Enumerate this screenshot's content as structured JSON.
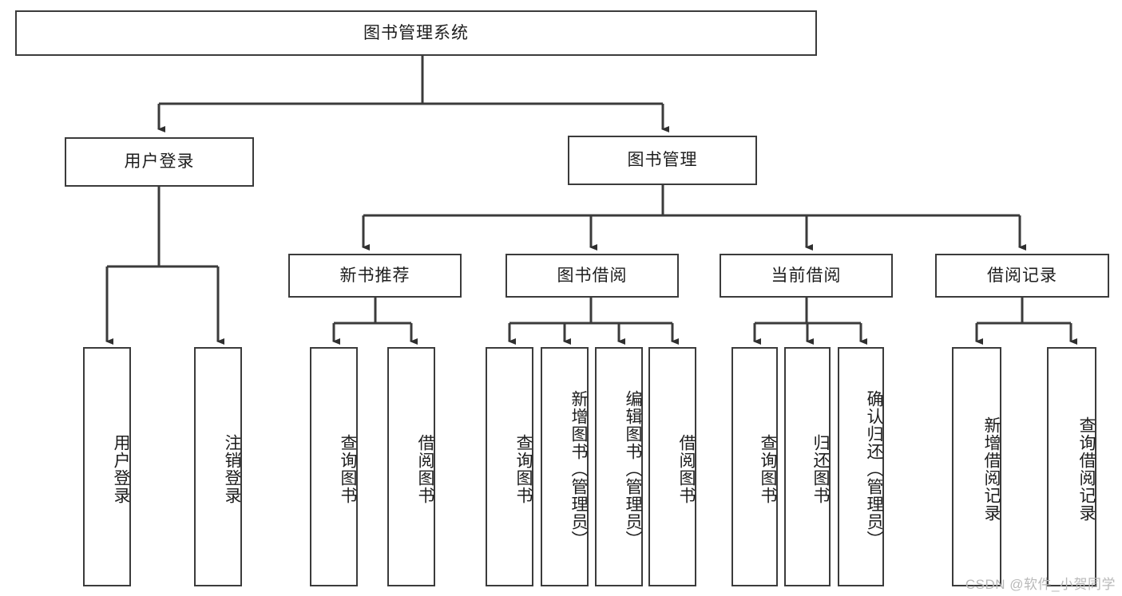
{
  "diagram": {
    "title_node": {
      "label": "图书管理系统"
    },
    "level1": [
      {
        "label": "用户登录"
      },
      {
        "label": "图书管理"
      }
    ],
    "level2": [
      {
        "label": "新书推荐"
      },
      {
        "label": "图书借阅"
      },
      {
        "label": "当前借阅"
      },
      {
        "label": "借阅记录"
      }
    ],
    "leaves": {
      "user_login": [
        {
          "label": "用户登录"
        },
        {
          "label": "注销登录"
        }
      ],
      "new_book_recommend": [
        {
          "label": "查询图书"
        },
        {
          "label": "借阅图书"
        }
      ],
      "book_borrow": [
        {
          "label": "查询图书"
        },
        {
          "label": "新增图书（管理员）"
        },
        {
          "label": "编辑图书（管理员）"
        },
        {
          "label": "借阅图书"
        }
      ],
      "current_borrow": [
        {
          "label": "查询图书"
        },
        {
          "label": "归还图书"
        },
        {
          "label": "确认归还（管理员）"
        }
      ],
      "borrow_records": [
        {
          "label": "新增借阅记录"
        },
        {
          "label": "查询借阅记录"
        }
      ]
    },
    "watermark": {
      "text": "CSDN @软件_小贺同学"
    },
    "colors": {
      "stroke": "#3b3b3b",
      "background": "#ffffff",
      "text": "#1d1d1d",
      "watermark": "#b9b9b9"
    }
  }
}
